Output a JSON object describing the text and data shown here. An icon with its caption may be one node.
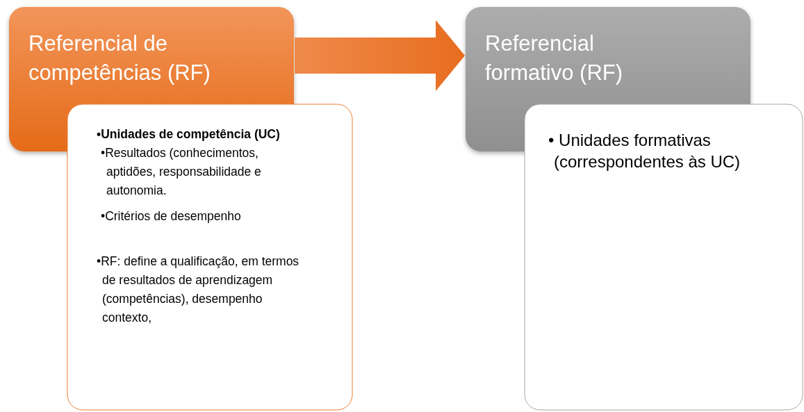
{
  "diagram": {
    "nodes": [
      {
        "text": [
          "Referencial de competências (RF)"
        ]
      },
      {
        "text": [
          "•Unidades de competência (UC)",
          "•Resultados (conhecimentos, aptidões, responsabilidade e autonomia.",
          "•Critérios de desempenho",
          "•RF: define a qualificação, em termos de resultados de aprendizagem (competências), desempenho contexto,"
        ]
      },
      {
        "text": [
          "Referencial formativo (RF)"
        ]
      },
      {
        "text": [
          "• Unidades formativas (correspondentes às UC)"
        ]
      }
    ],
    "edges": [
      {
        "from": 0,
        "to": 2,
        "arrow": "to"
      }
    ]
  }
}
